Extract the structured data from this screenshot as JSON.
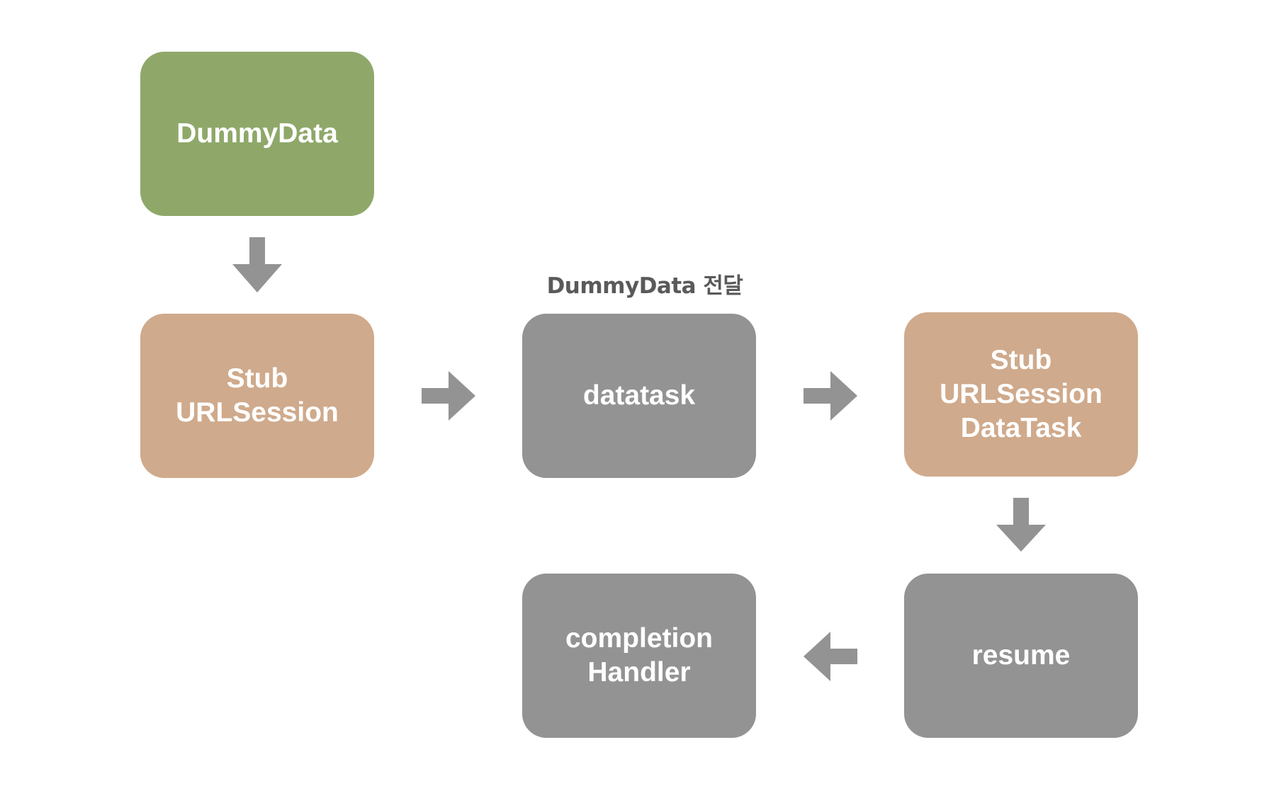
{
  "diagram": {
    "nodes": {
      "dummy_data": {
        "label": "DummyData",
        "color": "#8fa86a"
      },
      "stub_urlsession": {
        "label": "Stub\nURLSession",
        "color": "#cfaa8c"
      },
      "datatask": {
        "label": "datatask",
        "color": "#939393"
      },
      "stub_datatask": {
        "label": "Stub\nURLSession\nDataTask",
        "color": "#cfaa8c"
      },
      "resume": {
        "label": "resume",
        "color": "#939393"
      },
      "completion_handler": {
        "label": "completion\nHandler",
        "color": "#939393"
      }
    },
    "edge_label": "DummyData 전달",
    "arrow_color": "#939393",
    "text_color": "#ffffff",
    "label_color": "#5a5a5a"
  }
}
